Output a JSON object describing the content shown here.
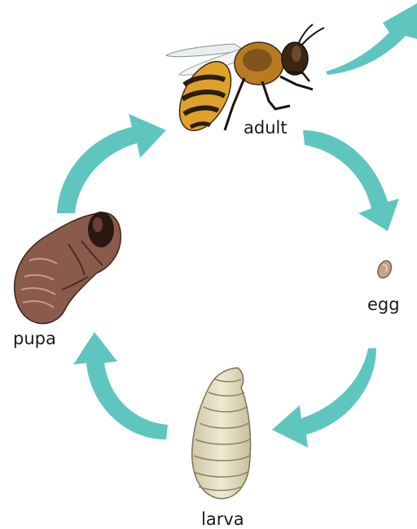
{
  "stages": {
    "adult": "adult",
    "egg": "egg",
    "larva": "larva",
    "pupa": "pupa"
  },
  "colors": {
    "arrow": "#5fc6bf",
    "bee_yellow": "#e0a12b",
    "bee_dark": "#2a1d12",
    "larva": "#e3dcbf",
    "pupa": "#8a5a4c",
    "egg": "#c8a08a"
  },
  "icons": {
    "adult": "honeybee-adult-icon",
    "egg": "bee-egg-icon",
    "larva": "bee-larva-icon",
    "pupa": "bee-pupa-icon",
    "arrows": "cycle-arrow-icon"
  }
}
